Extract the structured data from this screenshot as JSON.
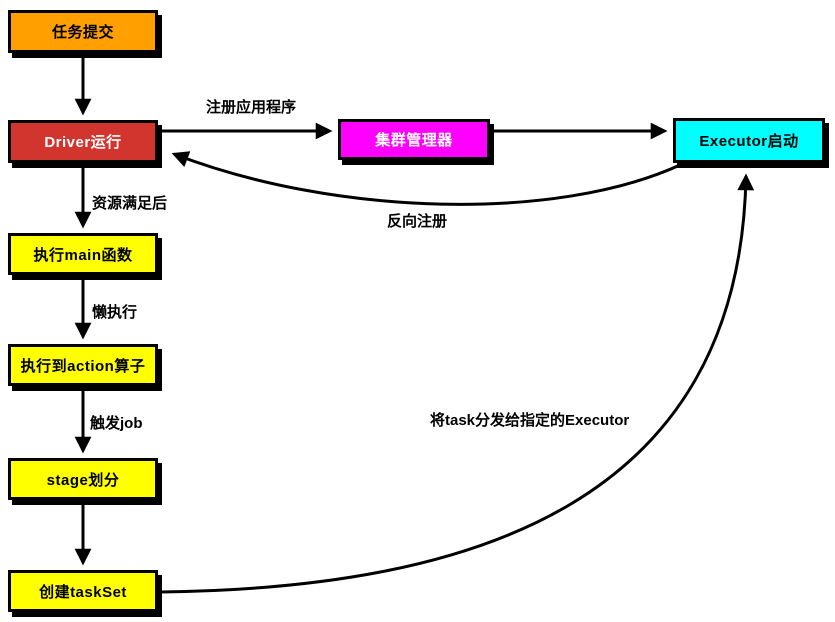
{
  "nodes": {
    "task_submit": {
      "label": "任务提交",
      "bg": "#FF9F00",
      "fg": "#000000"
    },
    "driver": {
      "label": "Driver运行",
      "bg": "#D2342E",
      "fg": "#FFFFFF"
    },
    "cluster_manager": {
      "label": "集群管理器",
      "bg": "#FF00FF",
      "fg": "#FFFFFF"
    },
    "executor": {
      "label": "Executor启动",
      "bg": "#00FFFF",
      "fg": "#000000"
    },
    "main_func": {
      "label": "执行main函数",
      "bg": "#FFFF00",
      "fg": "#000000"
    },
    "action_op": {
      "label": "执行到action算子",
      "bg": "#FFFF00",
      "fg": "#000000"
    },
    "stage_split": {
      "label": "stage划分",
      "bg": "#FFFF00",
      "fg": "#000000"
    },
    "create_taskset": {
      "label": "创建taskSet",
      "bg": "#FFFF00",
      "fg": "#000000"
    }
  },
  "edges": {
    "register_app": "注册应用程序",
    "reverse_register": "反向注册",
    "resources_ready": "资源满足后",
    "lazy_exec": "懒执行",
    "trigger_job": "触发job",
    "dispatch_task": "将task分发给指定的Executor"
  },
  "line_color": "#000000"
}
